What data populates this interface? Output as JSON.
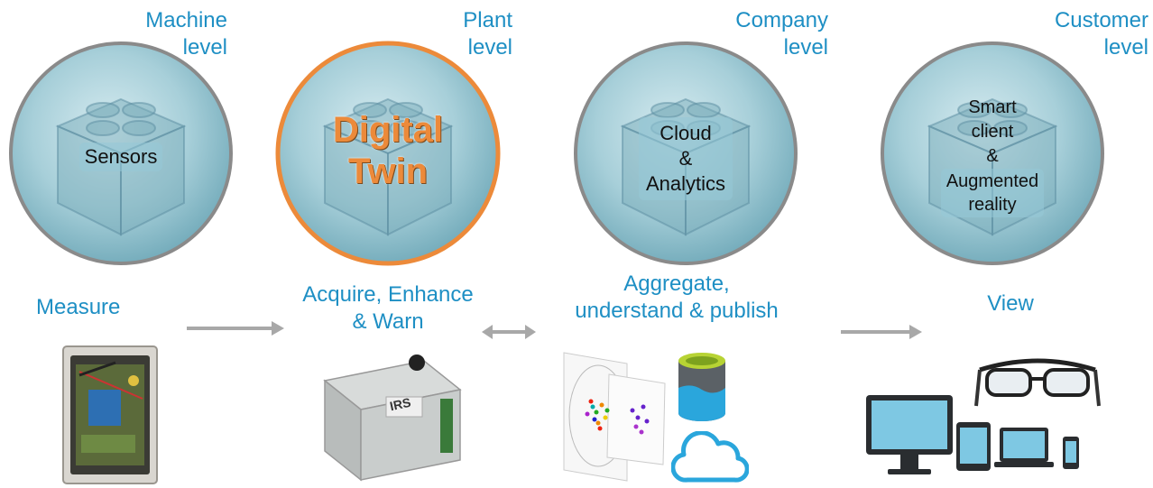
{
  "levels": {
    "machine": [
      "Machine",
      "level"
    ],
    "plant": [
      "Plant",
      "level"
    ],
    "company": [
      "Company",
      "level"
    ],
    "customer": [
      "Customer",
      "level"
    ]
  },
  "circles": {
    "sensors": [
      "Sensors"
    ],
    "digital_twin": [
      "Digital",
      "Twin"
    ],
    "cloud": [
      "Cloud",
      "&",
      "Analytics"
    ],
    "smart_client": [
      "Smart",
      "client",
      "&",
      "Augmented",
      "reality"
    ]
  },
  "steps": {
    "measure": [
      "Measure"
    ],
    "acquire": [
      "Acquire, Enhance",
      "& Warn"
    ],
    "aggregate": [
      "Aggregate,",
      "understand & publish"
    ],
    "view": [
      "View"
    ]
  },
  "device_label": "IRS",
  "colors": {
    "accent_blue": "#1e8fc4",
    "twin_orange": "#ec8a3a",
    "circle_border": "#8a8a8a",
    "arrow_gray": "#a8a8a8"
  }
}
